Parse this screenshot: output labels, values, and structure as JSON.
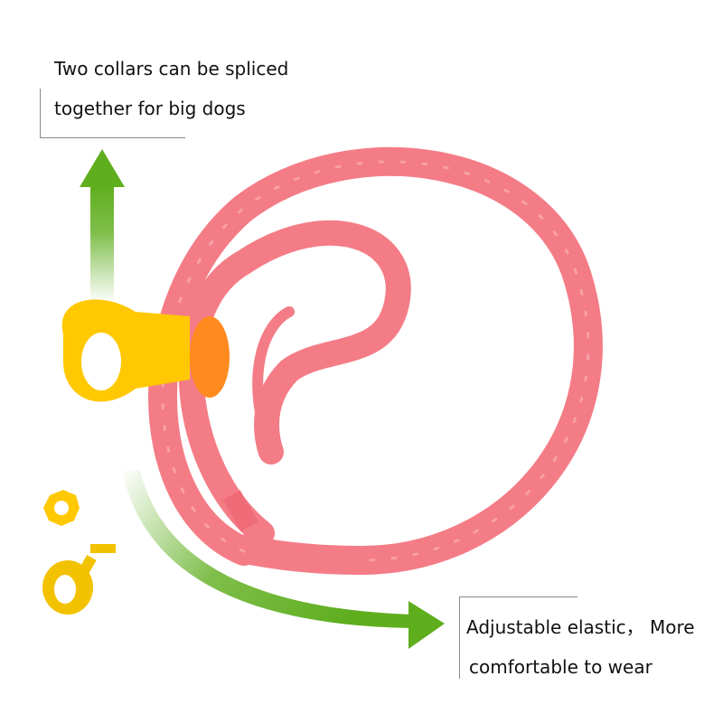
{
  "top_caption": {
    "line1": "Two collars can be spliced",
    "line2": "together for big dogs"
  },
  "bottom_caption": {
    "line1": "Adjustable elastic， More",
    "line2": "comfortable to wear"
  },
  "colors": {
    "collar": "#f47c86",
    "tag": "#ffc800",
    "buckle": "#ff8a1e",
    "arrow": "#5fae1e"
  }
}
